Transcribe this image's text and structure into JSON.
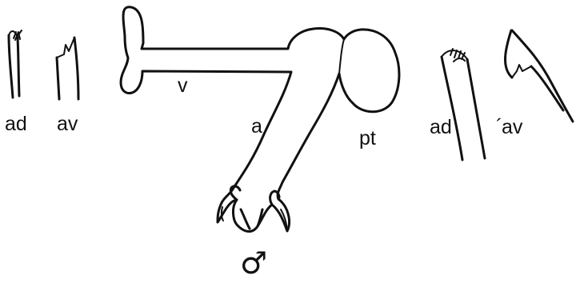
{
  "labels": {
    "left_ad": "ad",
    "left_av": "av",
    "v": "v",
    "a": "a",
    "pt": "pt",
    "right_ad": "ad",
    "right_av": "av",
    "right_av_mark": "´",
    "male_symbol": "♂"
  },
  "colors": {
    "ink": "#111111",
    "background": "#ffffff"
  }
}
